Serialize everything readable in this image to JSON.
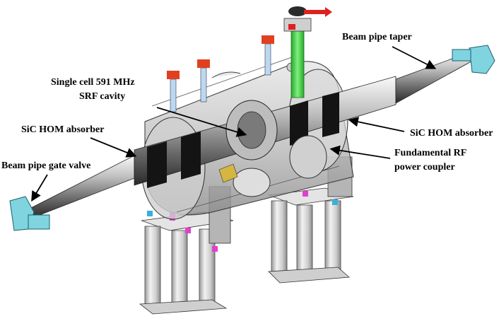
{
  "labels": {
    "beam_pipe_taper": "Beam pipe taper",
    "cavity_line1": "Single cell  591 MHz",
    "cavity_line2": "SRF cavity",
    "hom_left": "SiC HOM absorber",
    "hom_right": "SiC HOM absorber",
    "gate_valve": "Beam pipe gate valve",
    "coupler_line1": "Fundamental RF",
    "coupler_line2": "power coupler"
  },
  "colors": {
    "steel_dark": "#3a3a3a",
    "steel_light": "#d8d8d8",
    "cryostat_fill": "#c9c9c9",
    "absorber_band": "#141414",
    "flange_cyan": "#7fd4e0",
    "coupler_green": "#44d044",
    "support_grey": "#d3d3d3",
    "accent_red": "#e02020",
    "accent_magenta": "#e040d0"
  }
}
